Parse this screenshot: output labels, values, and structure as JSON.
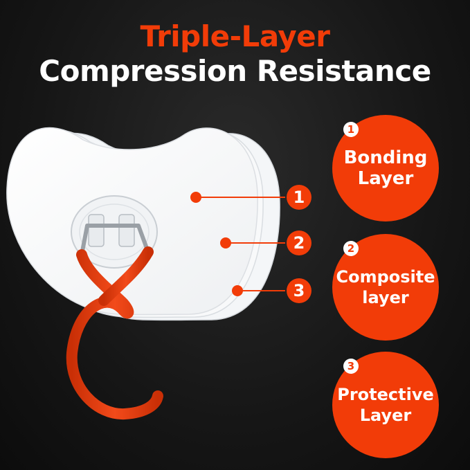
{
  "title": {
    "line1": "Triple-Layer",
    "line2": "Compression Resistance"
  },
  "colors": {
    "accent": "#f23c08",
    "white": "#ffffff",
    "background": "#161616"
  },
  "callouts": [
    "1",
    "2",
    "3"
  ],
  "layers": [
    {
      "number": "1",
      "line1": "Bonding",
      "line2": "Layer"
    },
    {
      "number": "2",
      "line1": "Composite",
      "line2": "layer"
    },
    {
      "number": "3",
      "line1": "Protective",
      "line2": "Layer"
    }
  ]
}
